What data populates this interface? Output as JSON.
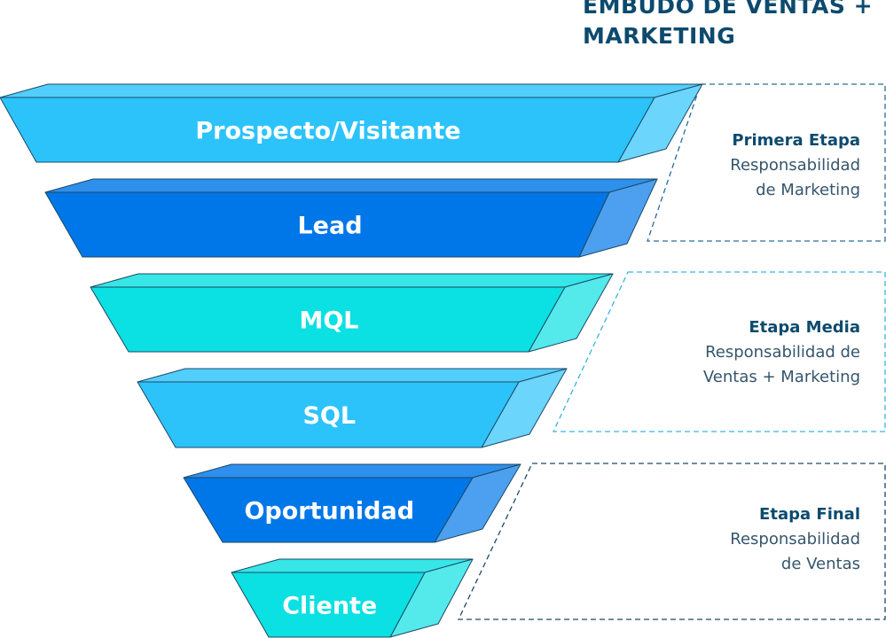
{
  "title": {
    "line1": "EMBUDO DE VENTAS +",
    "line2": "MARKETING"
  },
  "colors": {
    "light_blue": "#2cc3fb",
    "dark_blue": "#0077e8",
    "cyan": "#0be0e2",
    "title_text": "#0c4a6e",
    "outline": "#1c4a66"
  },
  "levels": [
    {
      "label": "Prospecto/Visitante",
      "color": "light_blue"
    },
    {
      "label": "Lead",
      "color": "dark_blue"
    },
    {
      "label": "MQL",
      "color": "cyan"
    },
    {
      "label": "SQL",
      "color": "light_blue"
    },
    {
      "label": "Oportunidad",
      "color": "dark_blue"
    },
    {
      "label": "Cliente",
      "color": "cyan"
    }
  ],
  "stages": [
    {
      "title": "Primera Etapa",
      "desc": "Responsabilidad\nde Marketing"
    },
    {
      "title": "Etapa Media",
      "desc": "Responsabilidad de\nVentas + Marketing"
    },
    {
      "title": "Etapa Final",
      "desc": "Responsabilidad\nde Ventas"
    }
  ]
}
